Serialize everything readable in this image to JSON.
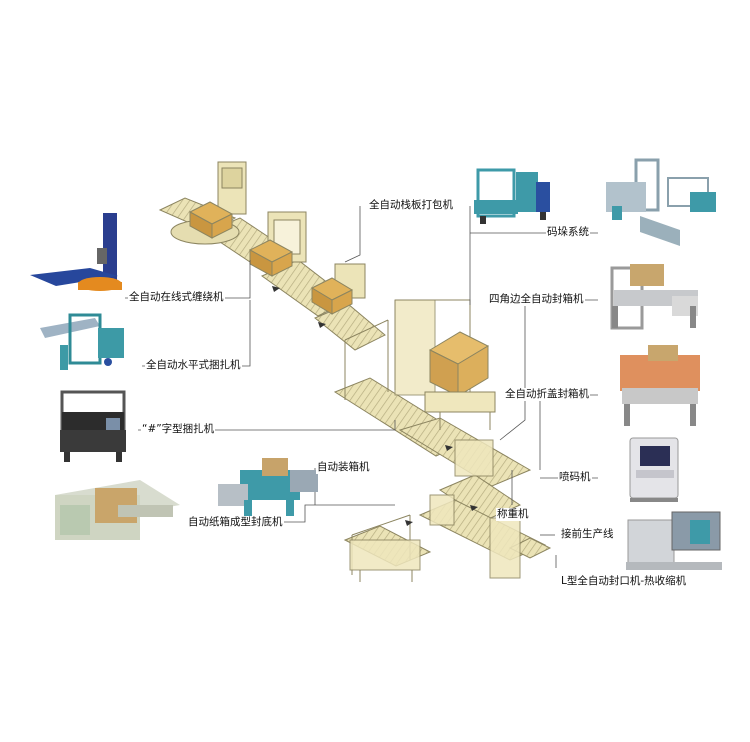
{
  "labels": {
    "wrap_online": "全自动在线式缠绕机",
    "horizontal_strap": "全自动水平式捆扎机",
    "hash_strap": "“#”字型捆扎机",
    "carton_erect": "自动纸箱成型封底机",
    "auto_packing": "自动装箱机",
    "pallet_strap": "全自动栈板打包机",
    "palletizer": "码垛系统",
    "four_corner_sealer": "四角边全自动封箱机",
    "fold_sealer": "全自动折盖封箱机",
    "inkjet": "喷码机",
    "weigher": "称重机",
    "connect_line": "接前生产线",
    "l_sealer": "L型全自动封口机-热收缩机"
  },
  "colors": {
    "conveyor": "#e8dfae",
    "conveyor_edge": "#8c8560",
    "box": "#e0b25a",
    "machine_teal": "#3e9aa8",
    "machine_blue": "#2a4fa0",
    "leader": "#555555"
  }
}
